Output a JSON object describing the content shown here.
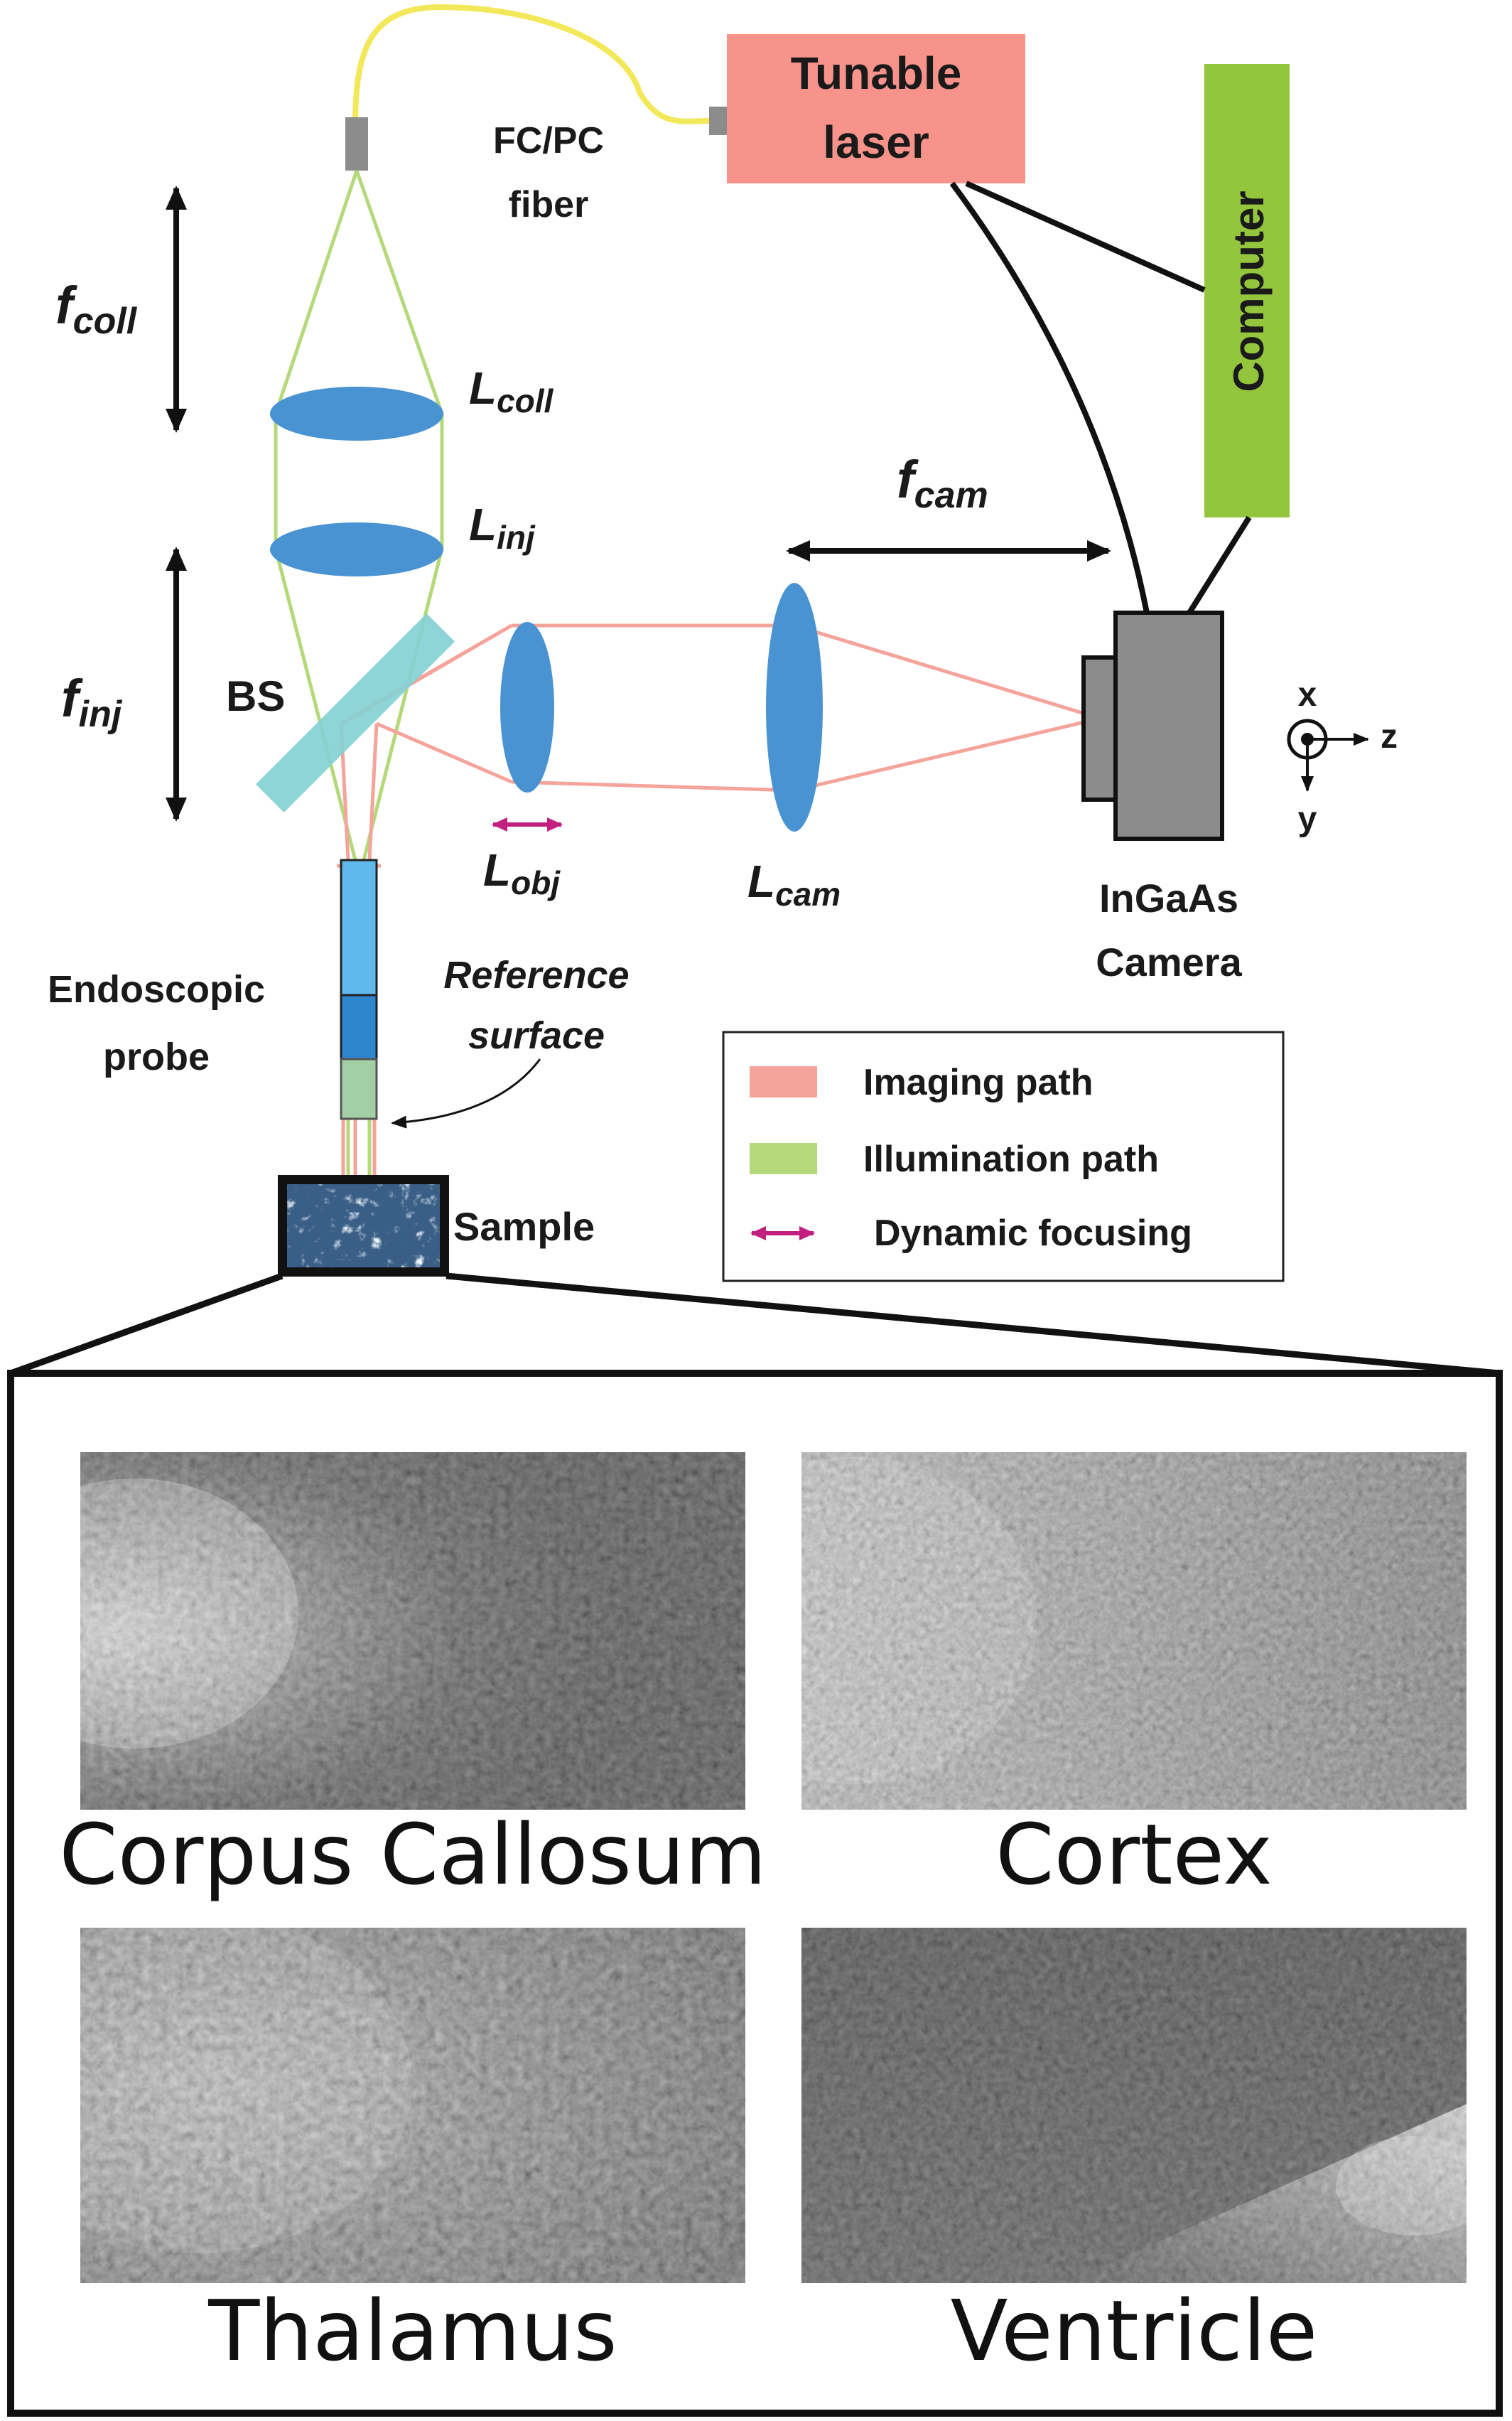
{
  "colors": {
    "laser_box": "#f7938a",
    "computer_box": "#93c63d",
    "lens": "#4a93d3",
    "beam_splitter": "#86d0d4",
    "imaging_path": "#f4a49a",
    "illumination_path": "#b5d97a",
    "dynamic_focus": "#c2207e",
    "fiber": "#f2e85a",
    "camera": "#8c8c8c",
    "probe_light": "#5fb9ea",
    "probe_dark": "#2e86cf"
  },
  "components": {
    "laser": "Tunable laser",
    "computer": "Computer",
    "fiber_line1": "FC/PC",
    "fiber_line2": "fiber",
    "beam_splitter": "BS",
    "camera_line1": "InGaAs",
    "camera_line2": "Camera",
    "probe_line1": "Endoscopic",
    "probe_line2": "probe",
    "reference_line1": "Reference",
    "reference_line2": "surface",
    "sample": "Sample"
  },
  "optics": {
    "f_coll": {
      "base": "f",
      "sub": "coll"
    },
    "f_inj": {
      "base": "f",
      "sub": "inj"
    },
    "f_cam": {
      "base": "f",
      "sub": "cam"
    },
    "L_coll": {
      "base": "L",
      "sub": "coll"
    },
    "L_inj": {
      "base": "L",
      "sub": "inj"
    },
    "L_obj": {
      "base": "L",
      "sub": "obj"
    },
    "L_cam": {
      "base": "L",
      "sub": "cam"
    }
  },
  "axes": {
    "x": "x",
    "y": "y",
    "z": "z"
  },
  "legend": [
    {
      "label": "Imaging path",
      "icon": "imaging-path-swatch"
    },
    {
      "label": "Illumination path",
      "icon": "illumination-path-swatch"
    },
    {
      "label": "Dynamic focusing",
      "icon": "double-arrow-icon"
    }
  ],
  "panels": [
    {
      "label": "Corpus Callosum"
    },
    {
      "label": "Cortex"
    },
    {
      "label": "Thalamus"
    },
    {
      "label": "Ventricle"
    }
  ]
}
